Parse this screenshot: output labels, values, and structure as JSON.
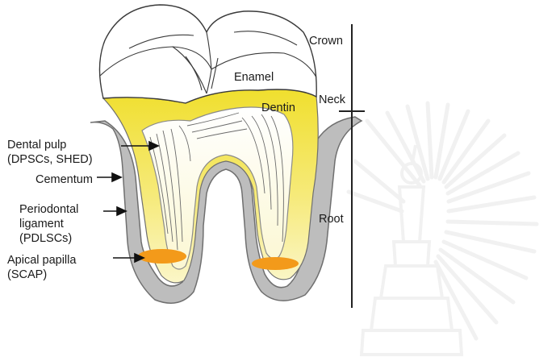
{
  "labels": {
    "crown": "Crown",
    "enamel": "Enamel",
    "neck": "Neck",
    "dentin": "Dentin",
    "root": "Root",
    "dental_pulp_1": "Dental pulp",
    "dental_pulp_2": "(DPSCs, SHED)",
    "cementum": "Cementum",
    "periodontal_1": "Periodontal",
    "periodontal_2": "ligament",
    "periodontal_3": "(PDLSCs)",
    "apical_1": "Apical papilla",
    "apical_2": "(SCAP)"
  },
  "colors": {
    "dentin_yellow": "#f1e23a",
    "pale_yellow": "#fbf6bf",
    "gum_gray": "#bdbdbd",
    "papilla_orange": "#f39a1a",
    "outline": "#3a3a3a",
    "watermark": "#e8e8e8"
  },
  "watermark": {
    "type": "emblem",
    "icon": "university-seal-icon"
  }
}
